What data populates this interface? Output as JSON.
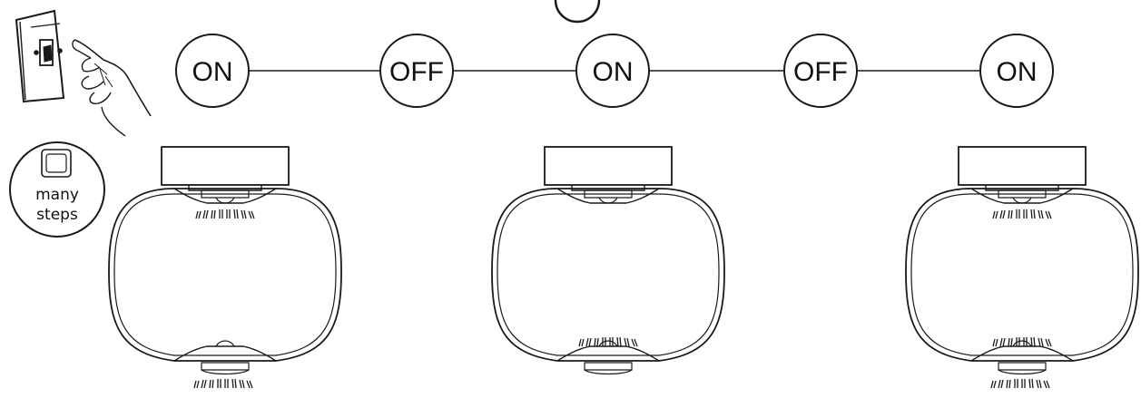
{
  "sequence": [
    {
      "label": "ON"
    },
    {
      "label": "OFF"
    },
    {
      "label": "ON"
    },
    {
      "label": "OFF"
    },
    {
      "label": "ON"
    }
  ],
  "badge": {
    "line1": "many",
    "line2": "steps",
    "icon": "square-button-icon"
  },
  "switch_icon": "wall-switch-hand-icon",
  "lamps": [
    {
      "state": "top-lit"
    },
    {
      "state": "bottom-lit"
    },
    {
      "state": "both-lit"
    }
  ],
  "colors": {
    "stroke": "#1a1a1a",
    "background": "#ffffff"
  }
}
